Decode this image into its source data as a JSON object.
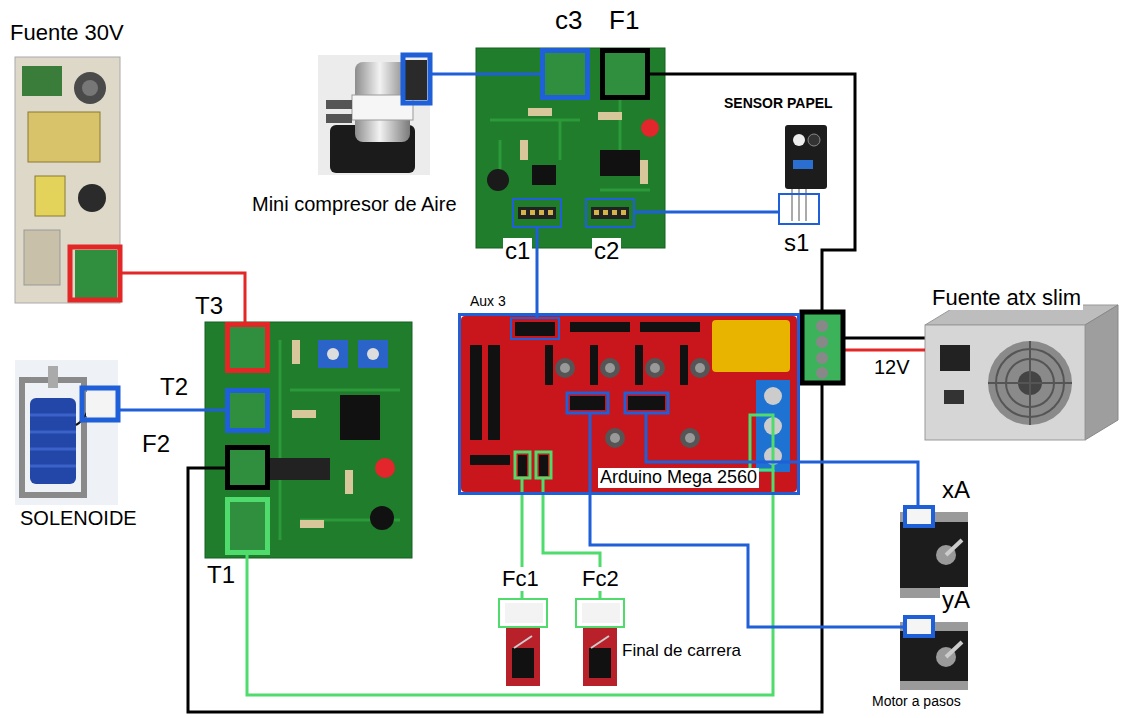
{
  "diagram": {
    "nodes": [
      {
        "text": [
          "c3"
        ]
      },
      {
        "text": [
          "F1"
        ]
      },
      {
        "text": [
          "Fuente 30V"
        ]
      },
      {
        "text": [
          "Mini compresor de Aire"
        ]
      },
      {
        "text": [
          "SENSOR PAPEL"
        ]
      },
      {
        "text": [
          "c1"
        ]
      },
      {
        "text": [
          "c2"
        ]
      },
      {
        "text": [
          "s1"
        ]
      },
      {
        "text": [
          "T3"
        ]
      },
      {
        "text": [
          "Fuente atx slim"
        ]
      },
      {
        "text": [
          "Arduino Mega 2560"
        ]
      },
      {
        "text": [
          "Aux 3"
        ],
        "in": 10
      },
      {
        "text": [
          "T2"
        ]
      },
      {
        "text": [
          "F2"
        ]
      },
      {
        "text": [
          "SOLENOIDE"
        ]
      },
      {
        "text": [
          "T1"
        ]
      },
      {
        "text": [
          "xA"
        ]
      },
      {
        "text": [
          "Fc1"
        ]
      },
      {
        "text": [
          "Fc2"
        ]
      },
      {
        "text": [
          "yA"
        ]
      }
    ],
    "edges": [
      {
        "from": 3,
        "to": 0,
        "arrow": "none"
      },
      {
        "from": 1,
        "to": 10,
        "arrow": "none"
      },
      {
        "from": 2,
        "to": 8,
        "arrow": "none"
      },
      {
        "from": 6,
        "to": 7,
        "arrow": "none"
      },
      {
        "from": 5,
        "to": 11,
        "arrow": "none"
      },
      {
        "from": 9,
        "to": 10,
        "label": "12V",
        "arrow": "none"
      },
      {
        "from": 14,
        "to": 12,
        "arrow": "none"
      },
      {
        "from": 13,
        "to": 10,
        "arrow": "none"
      },
      {
        "from": 15,
        "to": 10,
        "arrow": "none"
      },
      {
        "from": 10,
        "to": 16,
        "arrow": "none"
      },
      {
        "from": 10,
        "to": 19,
        "arrow": "none"
      },
      {
        "from": 17,
        "to": 10,
        "arrow": "none"
      },
      {
        "from": 18,
        "to": 10,
        "arrow": "none"
      }
    ],
    "labels": [
      "Final de carrera",
      "Motor a pasos"
    ]
  }
}
